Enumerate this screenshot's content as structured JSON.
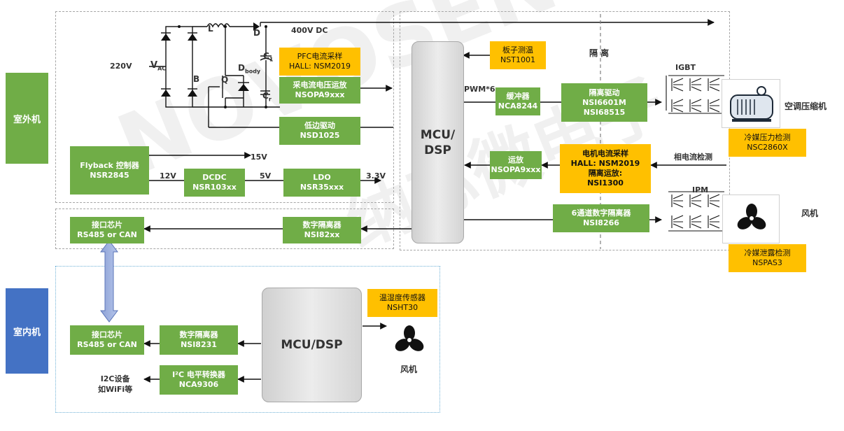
{
  "sides": {
    "outdoor": "室外机",
    "indoor": "室内机"
  },
  "watermark": {
    "text": "NOVOSENSE",
    "cn": "纳芯微电子"
  },
  "circuit": {
    "v220": "220V",
    "vac": "V",
    "vac_sub": "AC",
    "L": "L",
    "D": "D",
    "dc400": "400V DC",
    "B": "B",
    "Q": "Q",
    "dbody": "D",
    "dbody_sub": "body",
    "c1": "C",
    "c1_sub": "1",
    "cr": "C",
    "cr_sub": "r"
  },
  "blocks": {
    "pfc": {
      "l1": "PFC电流采样",
      "l2": "HALL: NSM2019"
    },
    "opa_outdoor": {
      "l1": "采电流电压运放",
      "l2": "NSOPA9xxx"
    },
    "lowside": {
      "l1": "低边驱动",
      "l2": "NSD1025"
    },
    "flyback": {
      "l1": "Flyback 控制器",
      "l2": "NSR2845"
    },
    "dcdc": {
      "l1": "DCDC",
      "l2": "NSR103xx"
    },
    "ldo": {
      "l1": "LDO",
      "l2": "NSR35xxx"
    },
    "iface_out": {
      "l1": "接口芯片",
      "l2": "RS485 or CAN"
    },
    "iso_out": {
      "l1": "数字隔离器",
      "l2": "NSI82xx"
    },
    "temp": {
      "l1": "板子测温",
      "l2": "NST1001"
    },
    "buffer": {
      "l1": "缓冲器",
      "l2": "NCA8244"
    },
    "isodrv": {
      "l1": "隔离驱动",
      "l2": "NSI6601M",
      "l3": "NSI68515"
    },
    "opa_motor": {
      "l1": "运放",
      "l2": "NSOPA9xxx"
    },
    "motor_sense": {
      "l1": "电机电流采样",
      "l2": "HALL: NSM2019",
      "l3": "隔离运放:",
      "l4": "NSI1300"
    },
    "iso6": {
      "l1": "6通道数字隔离器",
      "l2": "NSI8266"
    },
    "pressure": {
      "l1": "冷媒压力检测",
      "l2": "NSC2860X"
    },
    "leak": {
      "l1": "冷媒泄露检测",
      "l2": "NSPAS3"
    },
    "iface_in": {
      "l1": "接口芯片",
      "l2": "RS485 or CAN"
    },
    "iso_in": {
      "l1": "数字隔离器",
      "l2": "NSI8231"
    },
    "level": {
      "l1": "I²C 电平转换器",
      "l2": "NCA9306"
    },
    "humid": {
      "l1": "温湿度传感器",
      "l2": "NSHT30"
    }
  },
  "mcu": {
    "outdoor": "MCU/ DSP",
    "indoor": "MCU/DSP"
  },
  "labels": {
    "v15": "15V",
    "v12": "12V",
    "v5": "5V",
    "v33": "3.3V",
    "pwm": "PWM*6",
    "isolation": "隔  离",
    "igbt": "IGBT",
    "ipm": "IPM",
    "phase": "相电流检测",
    "compressor": "空调压缩机",
    "fan_out": "风机",
    "fan_in": "风机",
    "i2c_dev1": "I2C设备",
    "i2c_dev2": "如WiFi等"
  },
  "colors": {
    "green": "#70ad47",
    "yellow": "#ffc000",
    "blue": "#4472c4",
    "side_green": "#70ad47"
  }
}
